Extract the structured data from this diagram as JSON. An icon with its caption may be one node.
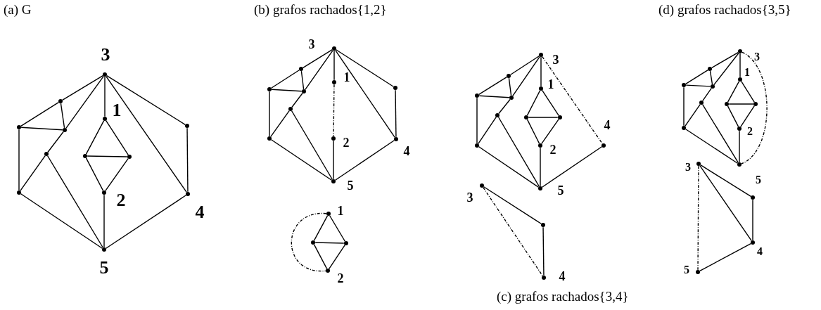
{
  "diagram": {
    "nodes": [
      {
        "text": [],
        "shape": "circle",
        "beside": [
          "3"
        ]
      },
      {
        "text": [],
        "shape": "circle"
      },
      {
        "text": [],
        "shape": "circle"
      },
      {
        "text": [],
        "shape": "circle"
      },
      {
        "text": [],
        "shape": "circle"
      },
      {
        "text": [],
        "shape": "circle",
        "beside": [
          "1"
        ]
      },
      {
        "text": [],
        "shape": "circle"
      },
      {
        "text": [],
        "shape": "circle"
      },
      {
        "text": [],
        "shape": "circle"
      },
      {
        "text": [],
        "shape": "circle",
        "beside": [
          "2"
        ]
      },
      {
        "text": [],
        "shape": "circle"
      },
      {
        "text": [],
        "shape": "circle",
        "beside": [
          "4"
        ]
      },
      {
        "text": [],
        "shape": "circle",
        "beside": [
          "5"
        ]
      },
      {
        "text": [],
        "shape": "circle",
        "beside": [
          "3"
        ]
      },
      {
        "text": [],
        "shape": "circle"
      },
      {
        "text": [],
        "shape": "circle"
      },
      {
        "text": [],
        "shape": "circle"
      },
      {
        "text": [],
        "shape": "circle"
      },
      {
        "text": [],
        "shape": "circle",
        "beside": [
          "1"
        ]
      },
      {
        "text": [],
        "shape": "circle"
      },
      {
        "text": [],
        "shape": "circle",
        "beside": [
          "2"
        ]
      },
      {
        "text": [],
        "shape": "circle"
      },
      {
        "text": [],
        "shape": "circle",
        "beside": [
          "4"
        ]
      },
      {
        "text": [],
        "shape": "circle",
        "beside": [
          "5"
        ]
      },
      {
        "text": [],
        "shape": "circle",
        "beside": [
          "1"
        ]
      },
      {
        "text": [],
        "shape": "circle"
      },
      {
        "text": [],
        "shape": "circle"
      },
      {
        "text": [],
        "shape": "circle",
        "beside": [
          "2"
        ]
      },
      {
        "text": [],
        "shape": "circle",
        "beside": [
          "3"
        ]
      },
      {
        "text": [],
        "shape": "circle"
      },
      {
        "text": [],
        "shape": "circle"
      },
      {
        "text": [],
        "shape": "circle"
      },
      {
        "text": [],
        "shape": "circle"
      },
      {
        "text": [],
        "shape": "circle",
        "beside": [
          "1"
        ]
      },
      {
        "text": [],
        "shape": "circle"
      },
      {
        "text": [],
        "shape": "circle"
      },
      {
        "text": [],
        "shape": "circle",
        "beside": [
          "2"
        ]
      },
      {
        "text": [],
        "shape": "circle"
      },
      {
        "text": [],
        "shape": "circle",
        "beside": [
          "4"
        ]
      },
      {
        "text": [],
        "shape": "circle",
        "beside": [
          "5"
        ]
      },
      {
        "text": [],
        "shape": "circle",
        "beside": [
          "3"
        ]
      },
      {
        "text": [],
        "shape": "circle"
      },
      {
        "text": [],
        "shape": "circle",
        "beside": [
          "4"
        ]
      },
      {
        "text": [],
        "shape": "circle",
        "beside": [
          "3"
        ]
      },
      {
        "text": [],
        "shape": "circle"
      },
      {
        "text": [],
        "shape": "circle"
      },
      {
        "text": [],
        "shape": "circle"
      },
      {
        "text": [],
        "shape": "circle"
      },
      {
        "text": [],
        "shape": "circle",
        "beside": [
          "1"
        ]
      },
      {
        "text": [],
        "shape": "circle"
      },
      {
        "text": [],
        "shape": "circle"
      },
      {
        "text": [],
        "shape": "circle",
        "beside": [
          "2"
        ]
      },
      {
        "text": [],
        "shape": "circle"
      },
      {
        "text": [],
        "shape": "circle",
        "beside": [
          "5"
        ]
      },
      {
        "text": [],
        "shape": "circle",
        "beside": [
          "3"
        ]
      },
      {
        "text": [],
        "shape": "circle"
      },
      {
        "text": [],
        "shape": "circle",
        "beside": [
          "4"
        ]
      },
      {
        "text": [],
        "shape": "circle",
        "beside": [
          "5"
        ]
      }
    ],
    "edges": [
      {
        "from": 0,
        "to": 1,
        "arrow": "none"
      },
      {
        "from": 1,
        "to": 2,
        "arrow": "none"
      },
      {
        "from": 1,
        "to": 3,
        "arrow": "none"
      },
      {
        "from": 2,
        "to": 3,
        "arrow": "none"
      },
      {
        "from": 0,
        "to": 3,
        "arrow": "none"
      },
      {
        "from": 3,
        "to": 4,
        "arrow": "none"
      },
      {
        "from": 4,
        "to": 10,
        "arrow": "none"
      },
      {
        "from": 2,
        "to": 10,
        "arrow": "none"
      },
      {
        "from": 4,
        "to": 12,
        "arrow": "none"
      },
      {
        "from": 10,
        "to": 12,
        "arrow": "none"
      },
      {
        "from": 0,
        "to": 5,
        "arrow": "none"
      },
      {
        "from": 5,
        "to": 6,
        "arrow": "none"
      },
      {
        "from": 5,
        "to": 7,
        "arrow": "none"
      },
      {
        "from": 6,
        "to": 7,
        "arrow": "none"
      },
      {
        "from": 6,
        "to": 9,
        "arrow": "none"
      },
      {
        "from": 7,
        "to": 9,
        "arrow": "none"
      },
      {
        "from": 9,
        "to": 12,
        "arrow": "none"
      },
      {
        "from": 0,
        "to": 8,
        "arrow": "none"
      },
      {
        "from": 8,
        "to": 11,
        "arrow": "none"
      },
      {
        "from": 0,
        "to": 11,
        "arrow": "none"
      },
      {
        "from": 11,
        "to": 12,
        "arrow": "none"
      },
      {
        "from": 13,
        "to": 14,
        "arrow": "none"
      },
      {
        "from": 14,
        "to": 15,
        "arrow": "none"
      },
      {
        "from": 14,
        "to": 16,
        "arrow": "none"
      },
      {
        "from": 15,
        "to": 16,
        "arrow": "none"
      },
      {
        "from": 13,
        "to": 16,
        "arrow": "none"
      },
      {
        "from": 16,
        "to": 17,
        "arrow": "none"
      },
      {
        "from": 17,
        "to": 21,
        "arrow": "none"
      },
      {
        "from": 15,
        "to": 21,
        "arrow": "none"
      },
      {
        "from": 17,
        "to": 23,
        "arrow": "none"
      },
      {
        "from": 21,
        "to": 23,
        "arrow": "none"
      },
      {
        "from": 13,
        "to": 18,
        "arrow": "none"
      },
      {
        "from": 18,
        "to": 20,
        "arrow": "none",
        "style": "dashed"
      },
      {
        "from": 20,
        "to": 23,
        "arrow": "none"
      },
      {
        "from": 13,
        "to": 19,
        "arrow": "none"
      },
      {
        "from": 19,
        "to": 22,
        "arrow": "none"
      },
      {
        "from": 13,
        "to": 22,
        "arrow": "none"
      },
      {
        "from": 22,
        "to": 23,
        "arrow": "none"
      },
      {
        "from": 24,
        "to": 25,
        "arrow": "none"
      },
      {
        "from": 24,
        "to": 26,
        "arrow": "none"
      },
      {
        "from": 25,
        "to": 26,
        "arrow": "none"
      },
      {
        "from": 25,
        "to": 27,
        "arrow": "none"
      },
      {
        "from": 26,
        "to": 27,
        "arrow": "none"
      },
      {
        "from": 24,
        "to": 27,
        "arrow": "none",
        "style": "dashed"
      },
      {
        "from": 28,
        "to": 29,
        "arrow": "none"
      },
      {
        "from": 29,
        "to": 30,
        "arrow": "none"
      },
      {
        "from": 29,
        "to": 31,
        "arrow": "none"
      },
      {
        "from": 30,
        "to": 31,
        "arrow": "none"
      },
      {
        "from": 28,
        "to": 31,
        "arrow": "none"
      },
      {
        "from": 31,
        "to": 32,
        "arrow": "none"
      },
      {
        "from": 32,
        "to": 37,
        "arrow": "none"
      },
      {
        "from": 30,
        "to": 37,
        "arrow": "none"
      },
      {
        "from": 32,
        "to": 39,
        "arrow": "none"
      },
      {
        "from": 37,
        "to": 39,
        "arrow": "none"
      },
      {
        "from": 28,
        "to": 33,
        "arrow": "none"
      },
      {
        "from": 33,
        "to": 34,
        "arrow": "none"
      },
      {
        "from": 33,
        "to": 35,
        "arrow": "none"
      },
      {
        "from": 34,
        "to": 35,
        "arrow": "none"
      },
      {
        "from": 34,
        "to": 36,
        "arrow": "none"
      },
      {
        "from": 35,
        "to": 36,
        "arrow": "none"
      },
      {
        "from": 36,
        "to": 39,
        "arrow": "none"
      },
      {
        "from": 28,
        "to": 38,
        "arrow": "none",
        "style": "dashed"
      },
      {
        "from": 38,
        "to": 39,
        "arrow": "none"
      },
      {
        "from": 40,
        "to": 41,
        "arrow": "none"
      },
      {
        "from": 41,
        "to": 42,
        "arrow": "none"
      },
      {
        "from": 40,
        "to": 42,
        "arrow": "none",
        "style": "dashed"
      },
      {
        "from": 43,
        "to": 44,
        "arrow": "none"
      },
      {
        "from": 44,
        "to": 45,
        "arrow": "none"
      },
      {
        "from": 44,
        "to": 46,
        "arrow": "none"
      },
      {
        "from": 45,
        "to": 46,
        "arrow": "none"
      },
      {
        "from": 43,
        "to": 46,
        "arrow": "none"
      },
      {
        "from": 46,
        "to": 47,
        "arrow": "none"
      },
      {
        "from": 47,
        "to": 52,
        "arrow": "none"
      },
      {
        "from": 45,
        "to": 52,
        "arrow": "none"
      },
      {
        "from": 47,
        "to": 53,
        "arrow": "none"
      },
      {
        "from": 52,
        "to": 53,
        "arrow": "none"
      },
      {
        "from": 43,
        "to": 48,
        "arrow": "none"
      },
      {
        "from": 48,
        "to": 49,
        "arrow": "none"
      },
      {
        "from": 48,
        "to": 50,
        "arrow": "none"
      },
      {
        "from": 49,
        "to": 50,
        "arrow": "none"
      },
      {
        "from": 49,
        "to": 51,
        "arrow": "none"
      },
      {
        "from": 50,
        "to": 51,
        "arrow": "none"
      },
      {
        "from": 51,
        "to": 53,
        "arrow": "none"
      },
      {
        "from": 43,
        "to": 53,
        "arrow": "none",
        "style": "dashed"
      },
      {
        "from": 54,
        "to": 55,
        "arrow": "none"
      },
      {
        "from": 55,
        "to": 56,
        "arrow": "none"
      },
      {
        "from": 54,
        "to": 56,
        "arrow": "none"
      },
      {
        "from": 56,
        "to": 57,
        "arrow": "none"
      },
      {
        "from": 54,
        "to": 57,
        "arrow": "none",
        "style": "dashed"
      }
    ],
    "labels": [
      "(a) G",
      "(b) grafos rachados{1,2}",
      "(d) grafos rachados{3,5}",
      "(c) grafos rachados{3,4}"
    ]
  }
}
